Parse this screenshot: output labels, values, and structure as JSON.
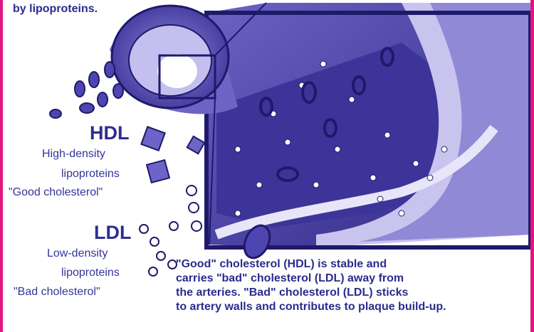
{
  "top_caption": "by lipoproteins.",
  "hdl": {
    "title": "HDL",
    "line1": "High-density",
    "line2": "lipoproteins",
    "line3": "\"Good cholesterol\""
  },
  "ldl": {
    "title": "LDL",
    "line1": "Low-density",
    "line2": "lipoproteins",
    "line3": "\"Bad cholesterol\""
  },
  "caption": {
    "line1": "\"Good\" cholesterol (HDL) is stable and",
    "line2": "carries \"bad\" cholesterol (LDL) away from",
    "line3": "the arteries. \"Bad\" cholesterol (LDL) sticks",
    "line4": "to artery walls and contributes to plaque build-up."
  },
  "colors": {
    "border": "#e0157f",
    "ink": "#2a2a92",
    "artery": "#5b52b8",
    "artery_light": "#b8b3e6"
  }
}
